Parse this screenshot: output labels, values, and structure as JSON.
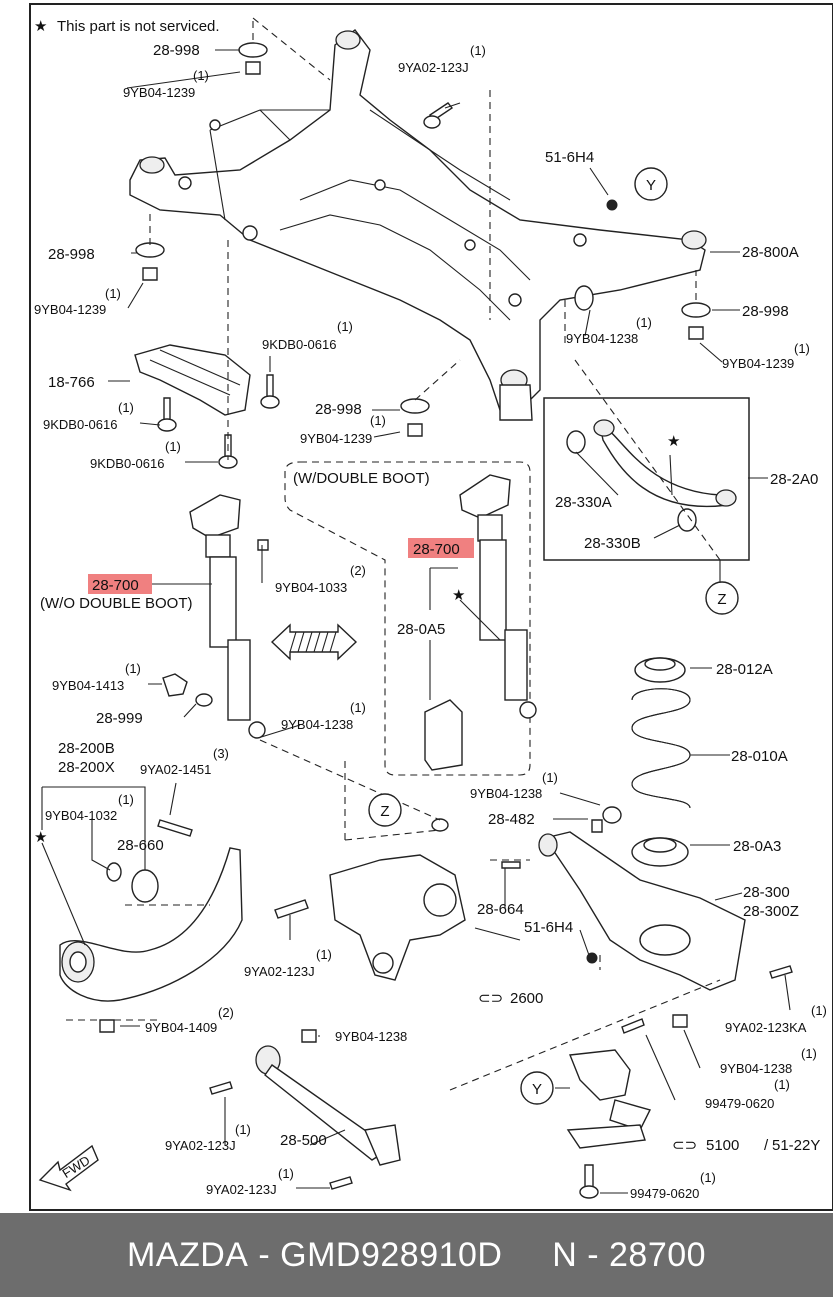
{
  "header_note": "This part is not serviced.",
  "footer": {
    "brand": "MAZDA",
    "sep": " - ",
    "part_number": "GMD928910D",
    "gap": "     ",
    "ref": "N - 28700"
  },
  "labels": {
    "l1": "28-998",
    "l2": "9YB04-1239",
    "q2": "(1)",
    "l3": "9YA02-123J",
    "q3": "(1)",
    "l4": "51-6H4",
    "l5": "Y",
    "l6": "28-800A",
    "l7": "28-998",
    "l8": "9YB04-1239",
    "q8": "(1)",
    "l9": "28-998",
    "l10": "9YB04-1239",
    "q10": "(1)",
    "l11": "9YB04-1238",
    "q11": "(1)",
    "l12": "9KDB0-0616",
    "q12": "(1)",
    "l13": "18-766",
    "l14": "28-998",
    "l15": "9YB04-1239",
    "q15": "(1)",
    "l16": "9KDB0-0616",
    "q16": "(1)",
    "l17": "9KDB0-0616",
    "q17": "(1)",
    "l18": "(W/DOUBLE BOOT)",
    "l19": "28-2A0",
    "l20": "28-330A",
    "l21": "28-330B",
    "l22": "Z",
    "l23": "28-700",
    "l24": "9YB04-1033",
    "q24": "(2)",
    "l25": "28-700",
    "l26": "(W/O DOUBLE BOOT)",
    "l27": "28-0A5",
    "l28": "28-012A",
    "l29": "9YB04-1413",
    "q29": "(1)",
    "l30": "28-999",
    "l31": "9YB04-1238",
    "q31": "(1)",
    "l32": "28-010A",
    "l33": "28-200B",
    "l34": "28-200X",
    "l35": "9YA02-1451",
    "q35": "(3)",
    "l36": "9YB04-1032",
    "q36": "(1)",
    "l37": "9YB04-1238",
    "q37": "(1)",
    "l38": "28-482",
    "l39": "28-0A3",
    "l40": "28-660",
    "l41": "Z",
    "l42": "28-300",
    "l43": "28-300Z",
    "l44": "28-664",
    "l45": "51-6H4",
    "l46": "9YA02-123J",
    "q46": "(1)",
    "l47": "2600",
    "l48": "9YA02-123KA",
    "q48": "(1)",
    "l49": "9YB04-1409",
    "q49": "(2)",
    "l50": "9YB04-1238",
    "q50": "(1)",
    "l51": "9YB04-1238",
    "q51": "(1)",
    "l52": "Y",
    "l53": "99479-0620",
    "q53": "(1)",
    "l54": "9YA02-123J",
    "q54": "(1)",
    "l55": "28-500",
    "l56": "5100",
    "l57": "51-22Y",
    "l58": "9YA02-123J",
    "q58": "(1)",
    "l59": "99479-0620",
    "q59": "(1)",
    "fwd": "FWD"
  },
  "colors": {
    "highlight": "#f08080",
    "footer_bg": "#6d6d6d",
    "line": "#222222"
  }
}
